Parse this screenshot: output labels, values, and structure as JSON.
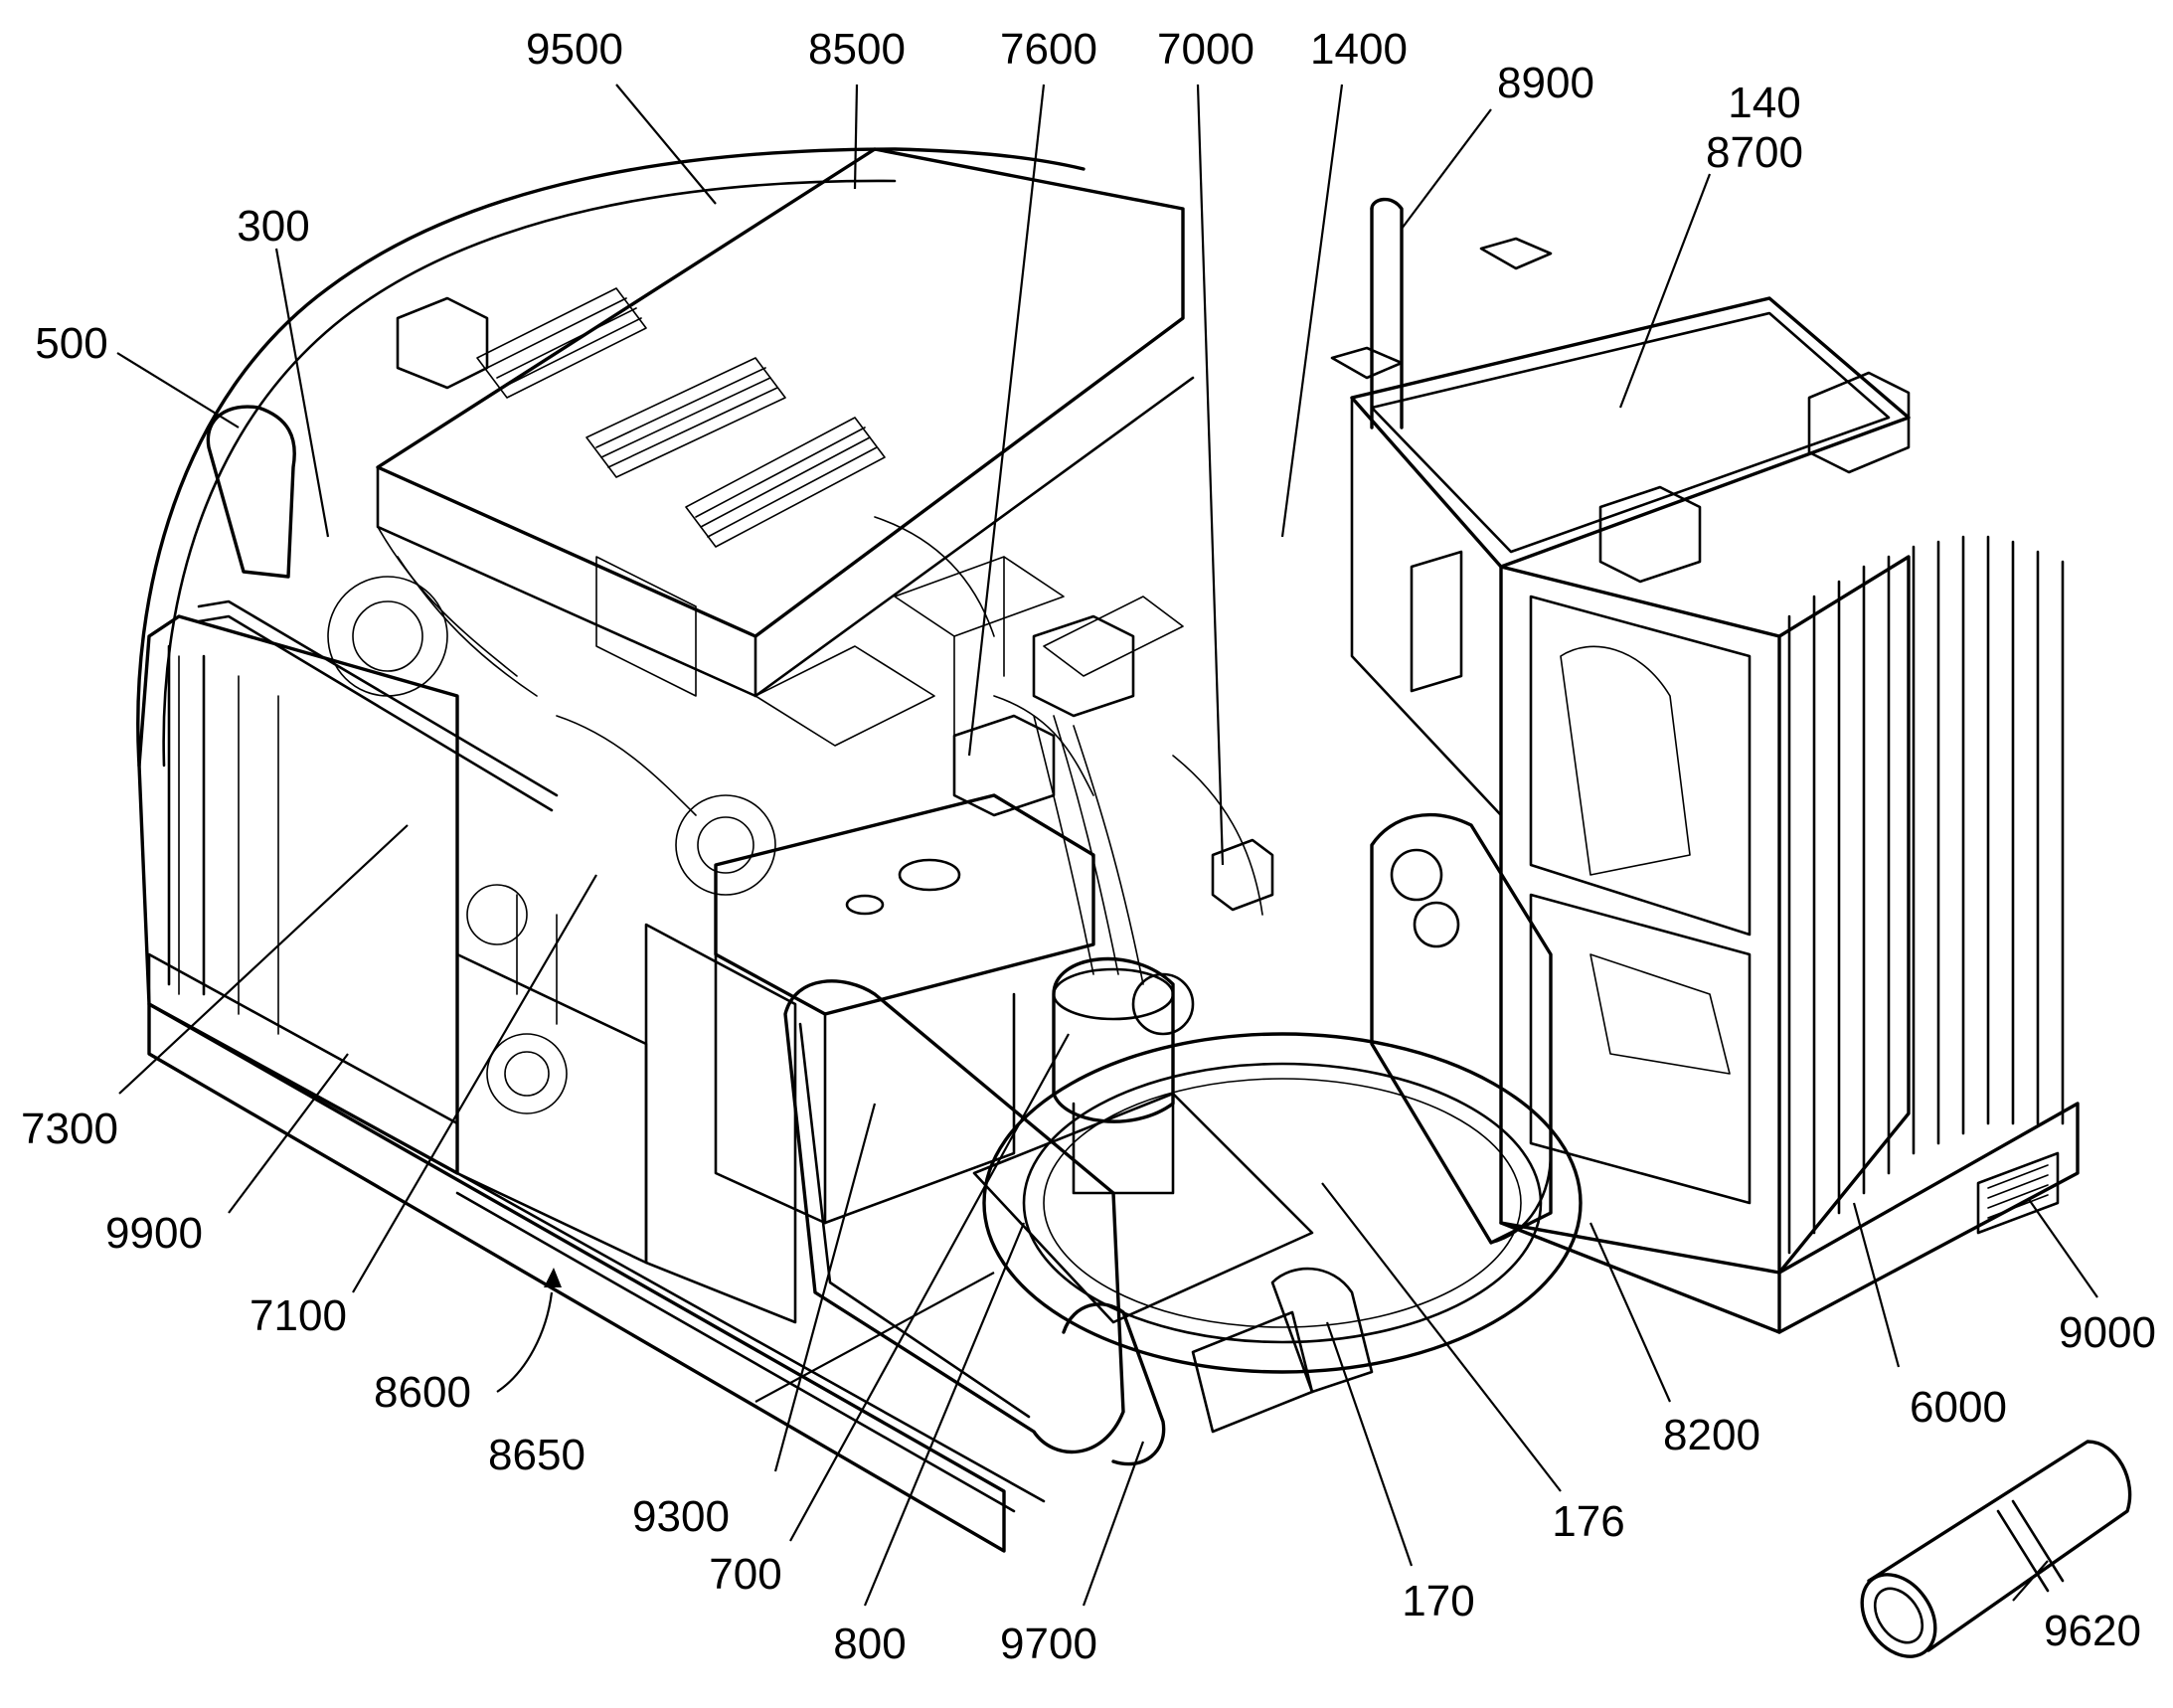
{
  "figure": {
    "labels": [
      {
        "id": "9500",
        "text": "9500"
      },
      {
        "id": "8500",
        "text": "8500"
      },
      {
        "id": "7600",
        "text": "7600"
      },
      {
        "id": "7000",
        "text": "7000"
      },
      {
        "id": "1400",
        "text": "1400"
      },
      {
        "id": "8900",
        "text": "8900"
      },
      {
        "id": "140",
        "text": "140"
      },
      {
        "id": "8700",
        "text": "8700"
      },
      {
        "id": "300",
        "text": "300"
      },
      {
        "id": "500",
        "text": "500"
      },
      {
        "id": "7300",
        "text": "7300"
      },
      {
        "id": "9900",
        "text": "9900"
      },
      {
        "id": "7100",
        "text": "7100"
      },
      {
        "id": "8600",
        "text": "8600"
      },
      {
        "id": "8650",
        "text": "8650"
      },
      {
        "id": "9300",
        "text": "9300"
      },
      {
        "id": "700",
        "text": "700"
      },
      {
        "id": "800",
        "text": "800"
      },
      {
        "id": "9700",
        "text": "9700"
      },
      {
        "id": "170",
        "text": "170"
      },
      {
        "id": "176",
        "text": "176"
      },
      {
        "id": "8200",
        "text": "8200"
      },
      {
        "id": "6000",
        "text": "6000"
      },
      {
        "id": "9000",
        "text": "9000"
      },
      {
        "id": "9620",
        "text": "9620"
      }
    ]
  }
}
